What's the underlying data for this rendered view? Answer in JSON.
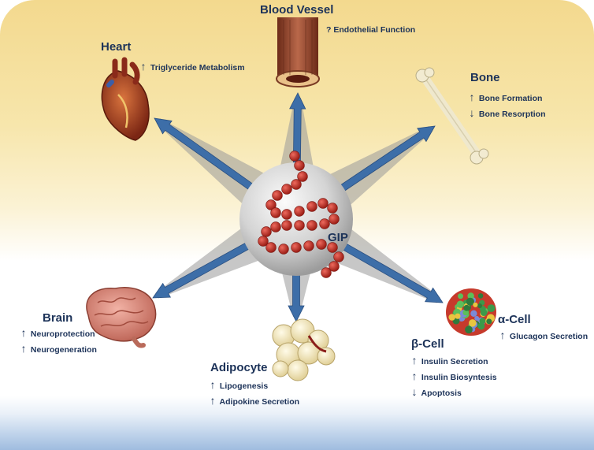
{
  "center": {
    "label": "GIP"
  },
  "targets": {
    "blood_vessel": {
      "title": "Blood Vessel",
      "effects": [
        {
          "arrow": "?",
          "text": "Endothelial Function"
        }
      ]
    },
    "heart": {
      "title": "Heart",
      "effects": [
        {
          "arrow": "↑",
          "text": "Triglyceride Metabolism"
        }
      ]
    },
    "bone": {
      "title": "Bone",
      "effects": [
        {
          "arrow": "↑",
          "text": "Bone Formation"
        },
        {
          "arrow": "↓",
          "text": "Bone Resorption"
        }
      ]
    },
    "brain": {
      "title": "Brain",
      "effects": [
        {
          "arrow": "↑",
          "text": "Neuroprotection"
        },
        {
          "arrow": "↑",
          "text": "Neurogeneration"
        }
      ]
    },
    "adipocyte": {
      "title": "Adipocyte",
      "effects": [
        {
          "arrow": "↑",
          "text": "Lipogenesis"
        },
        {
          "arrow": "↑",
          "text": "Adipokine Secretion"
        }
      ]
    },
    "alpha_cell": {
      "title": "α-Cell",
      "effects": [
        {
          "arrow": "↑",
          "text": "Glucagon Secretion"
        }
      ]
    },
    "beta_cell": {
      "title": "β-Cell",
      "effects": [
        {
          "arrow": "↑",
          "text": "Insulin Secretion"
        },
        {
          "arrow": "↑",
          "text": "Insulin Biosyntesis"
        },
        {
          "arrow": "↓",
          "text": "Apoptosis"
        }
      ]
    }
  },
  "colors": {
    "arrow": "#3d6ea8",
    "text": "#1d3359",
    "peptide": "#c8322a"
  }
}
